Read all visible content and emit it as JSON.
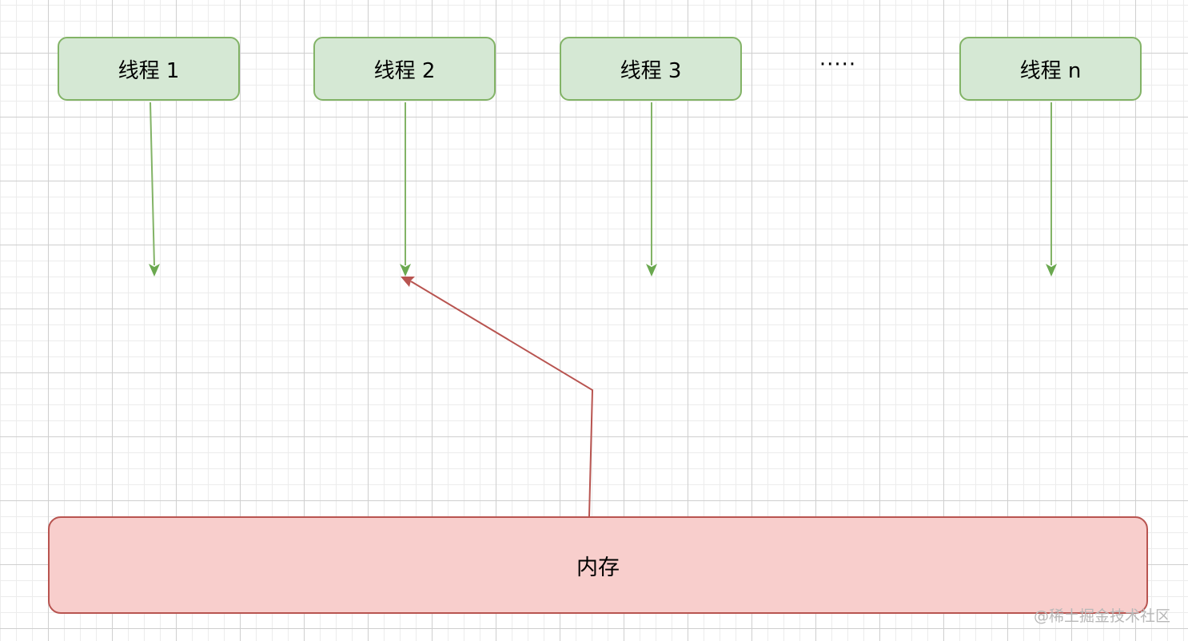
{
  "threads": [
    {
      "label": "线程 1"
    },
    {
      "label": "线程 2"
    },
    {
      "label": "线程 3"
    },
    {
      "label": "线程 n"
    }
  ],
  "ellipsis": "·····",
  "memory": {
    "label": "内存"
  },
  "watermark": "@稀土掘金技术社区",
  "colors": {
    "thread_fill": "#d5e8d4",
    "thread_stroke": "#82b366",
    "memory_fill": "#f8cecc",
    "memory_stroke": "#b85450"
  }
}
